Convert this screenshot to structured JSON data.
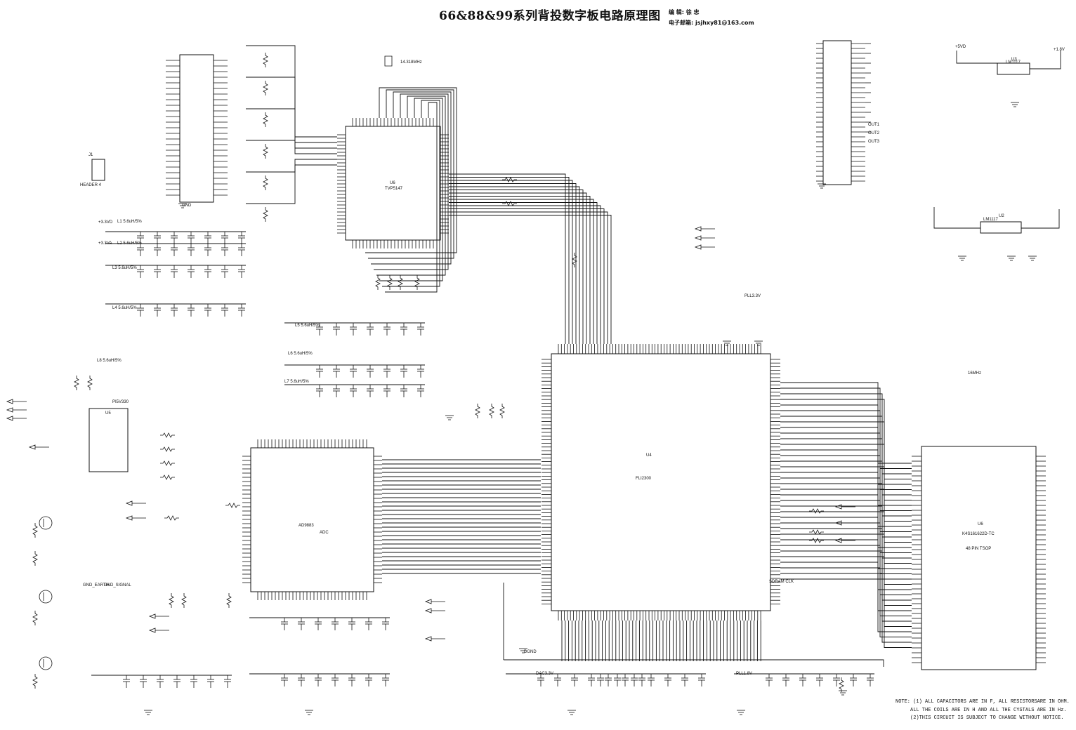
{
  "title": "66&88&99系列背投数字板电路原理图",
  "editor_line": "编  辑: 徐 忠",
  "email_line": "电子邮箱: jsjhxy81@163.com",
  "notes": [
    "NOTE:  (1) ALL CAPACITORS ARE  IN F,  ALL RESISTORSARE IN OHM.",
    "ALL THE  COILS  ARE IN  H AND ALL THE CYSTALS  ARE IN Hz.",
    "(2)THIS CIRCUIT IS SUBJECT TO CHANGE WITHOUT NOTICE."
  ],
  "ics": [
    {
      "ref": "U6",
      "part": "TVP5147",
      "sub": ""
    },
    {
      "ref": "U4",
      "part": "FLI2300",
      "sub": ""
    },
    {
      "ref": "",
      "part": "AD9883",
      "sub": "ADC"
    },
    {
      "ref": "U6",
      "part": "K4S161622D-TC",
      "sub": "48 PIN TSOP"
    },
    {
      "ref": "U5",
      "part": "PI5V330",
      "sub": ""
    },
    {
      "ref": "U3",
      "part": "LM1117",
      "sub": ""
    },
    {
      "ref": "U2",
      "part": "LM1117",
      "sub": ""
    },
    {
      "ref": "J1",
      "part": "HEADER 4",
      "sub": ""
    }
  ],
  "labels": {
    "xtal1": "14.318MHz",
    "l_parts": [
      "L1 5.6uH/5%",
      "L2 5.6uH/5%",
      "L3 5.6uH/5%",
      "L4 5.6uH/5%",
      "L5 5.6uH/5%",
      "L6 5.6uH/5%",
      "L7 5.6uH/5%",
      "L8 5.6uH/5%"
    ],
    "nets": [
      "+3.3VD",
      "+3.3VA",
      "+1.8V",
      "+5VD",
      "GND",
      "DGND",
      "DAC3.3V",
      "PLL1.8V",
      "PLL3.3V",
      "GND_EARTH",
      "GND_SIGNAL",
      "OUT1",
      "OUT2",
      "OUT3"
    ],
    "sdram_tag": "SDRAM CLK",
    "flash_tag": "16MHz"
  }
}
